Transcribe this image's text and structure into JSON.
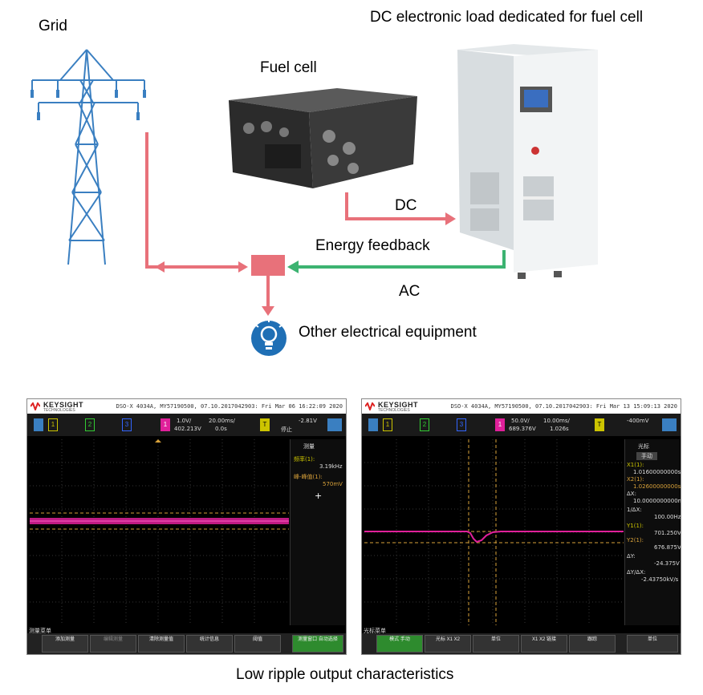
{
  "labels": {
    "grid": "Grid",
    "fuel_cell": "Fuel cell",
    "dc_load": "DC electronic load dedicated for fuel cell",
    "dc": "DC",
    "energy_feedback": "Energy feedback",
    "ac": "AC",
    "other_equipment": "Other electrical equipment",
    "caption": "Low ripple output characteristics"
  },
  "colors": {
    "red_arrow": "#e8717a",
    "green_arrow": "#3cb371",
    "tower": "#3a7fc1",
    "bulb_bg": "#1f6fb5",
    "trace": "#e0209a",
    "cursor": "#d9a23a"
  },
  "scope_left": {
    "brand": "KEYSIGHT",
    "brand_sub": "TECHNOLOGIES",
    "header": "DSO-X 4034A, MY57190500, 07.10.2017042903: Fri Mar 06 16:22:09 2020",
    "ch_values": "1.0V/",
    "ch_offset": "402.213V",
    "time_div": "20.00ms/",
    "time_offset": "0.0s",
    "trig_level": "-2.81V",
    "run_state": "停止",
    "panel_title": "测量",
    "meas1_label": "频率(1):",
    "meas1_value": "3.19kHz",
    "meas2_label": "峰-峰值(1):",
    "meas2_value": "570mV",
    "menu_title": "测量菜单",
    "softkeys": [
      "添加测量",
      "编辑测量",
      "清除测量值",
      "统计信息",
      "阈值",
      "测量窗口 自动选择"
    ]
  },
  "scope_right": {
    "brand": "KEYSIGHT",
    "brand_sub": "TECHNOLOGIES",
    "header": "DSO-X 4034A, MY57190500, 07.10.2017042903: Fri Mar 13 15:09:13 2020",
    "ch_values": "50.0V/",
    "ch_offset": "689.376V",
    "time_div": "10.00ms/",
    "time_offset": "1.026s",
    "trig_level": "-400mV",
    "panel_title": "光标",
    "mode": "手动",
    "x1_label": "X1(1):",
    "x1_value": "1.01600000000s",
    "x2_label": "X2(1):",
    "x2_value": "1.02600000000s",
    "dx_label": "ΔX:",
    "dx_value": "10.0000000000ms",
    "inv_dx_label": "1/ΔX:",
    "inv_dx_value": "100.00Hz",
    "y1_label": "Y1(1):",
    "y1_value": "701.250V",
    "y2_label": "Y2(1):",
    "y2_value": "676.875V",
    "dy_label": "ΔY:",
    "dy_value": "-24.375V",
    "dydx_label": "ΔY/ΔX:",
    "dydx_value": "-2.43750kV/s",
    "menu_title": "光标菜单",
    "softkeys": [
      "模式 手动",
      "光标 X1 X2",
      "单位",
      "X1 X2 链接",
      "跟踪",
      "单位"
    ]
  }
}
